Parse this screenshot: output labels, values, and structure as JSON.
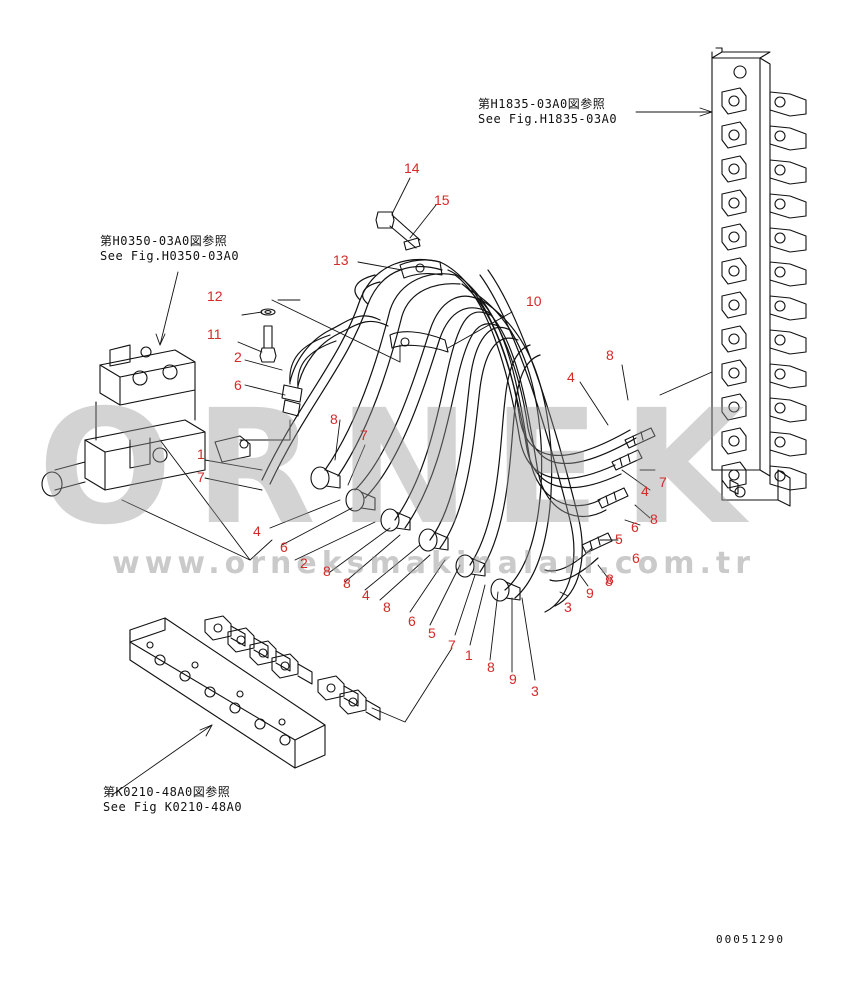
{
  "references": [
    {
      "jp": "第H1835-03A0図参照",
      "en": "See Fig.H1835-03A0"
    },
    {
      "jp": "第H0350-03A0図参照",
      "en": "See Fig.H0350-03A0"
    },
    {
      "jp": "第K0210-48A0図参照",
      "en": "See Fig K0210-48A0"
    }
  ],
  "part_numbers": [
    "14",
    "15",
    "13",
    "12",
    "11",
    "2",
    "6",
    "10",
    "8",
    "7",
    "1",
    "7",
    "4",
    "6",
    "2",
    "8",
    "8",
    "4",
    "8",
    "6",
    "5",
    "7",
    "1",
    "8",
    "9",
    "3",
    "4",
    "8",
    "7",
    "4",
    "6",
    "8",
    "5",
    "6",
    "8",
    "3",
    "9",
    "8"
  ],
  "watermark": {
    "brand": "ORNEK",
    "url": "www.orneksmakinalari.com.tr"
  },
  "drawing_code": "00051290",
  "colors": {
    "part_number": "#d42a2a",
    "line": "#111111",
    "watermark": "#969696",
    "accent": "#e9b42a"
  }
}
